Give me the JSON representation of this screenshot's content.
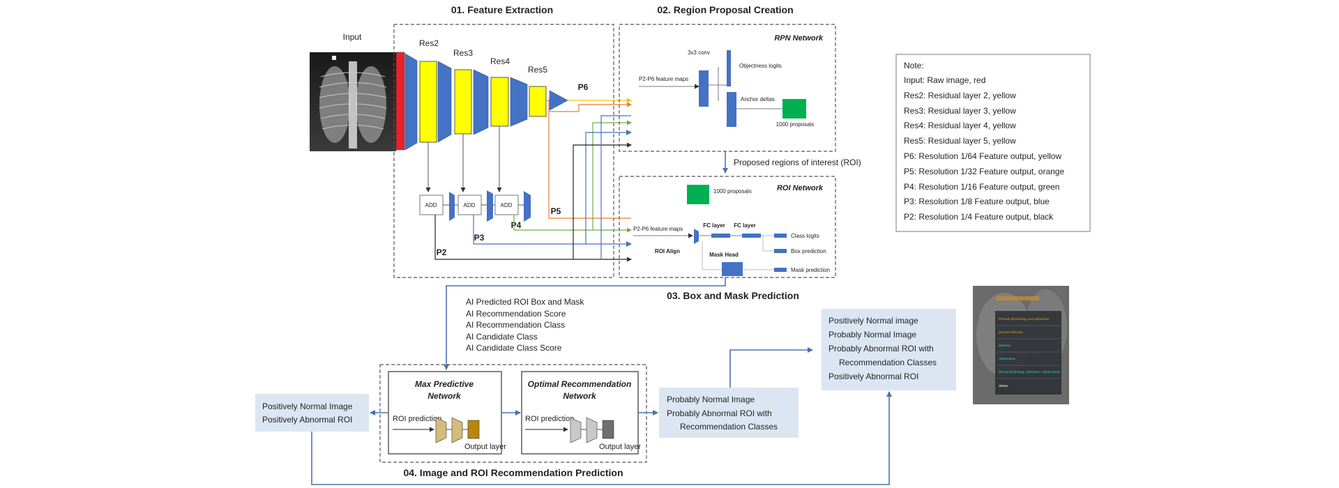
{
  "sections": {
    "feature_extraction": "01. Feature Extraction",
    "region_proposal": "02. Region Proposal Creation",
    "box_mask": "03.  Box and Mask Prediction",
    "image_roi": "04. Image and ROI Recommendation Prediction"
  },
  "input_label": "Input",
  "backbone": {
    "res2": "Res2",
    "res3": "Res3",
    "res4": "Res4",
    "res5": "Res5",
    "p6": "P6",
    "p5": "P5",
    "p4": "P4",
    "p3": "P3",
    "p2": "P2",
    "add": "ADD"
  },
  "rpn": {
    "title": "RPN Network",
    "conv": "3x3 conv",
    "feature_maps": "P2-P6 feature maps",
    "objectness": "Objectness logits",
    "anchor": "Anchor deltas",
    "proposals": "1000 proposals"
  },
  "roi_label": "Proposed regions of interest (ROI)",
  "roi_net": {
    "title": "ROI Network",
    "proposals": "1000 proposals",
    "feature_maps": "P2-P6 feature maps",
    "fc1": "FC layer",
    "fc2": "FC layer",
    "class_logits": "Class logits",
    "box_pred": "Box prediction",
    "mask_head": "Mask Head",
    "mask_pred": "Mask prediction",
    "align": "ROI Align"
  },
  "ai_outputs": [
    "AI Predicted ROI Box and Mask",
    "AI Recommendation Score",
    "AI Recommendation Class",
    "AI Candidate Class",
    "AI Candidate Class Score"
  ],
  "max_net": {
    "title1": "Max Predictive",
    "title2": "Network",
    "roi": "ROI prediction",
    "out": "Output layer"
  },
  "opt_net": {
    "title1": "Optimal Recommendation",
    "title2": "Network",
    "roi": "ROI prediction",
    "out": "Output layer"
  },
  "left_result": [
    "Positively Normal Image",
    "Positively Abnormal ROI"
  ],
  "mid_result": [
    "Probably Normal Image",
    "Probably    Abnormal    ROI    with",
    "Recommendation Classes"
  ],
  "right_result": [
    "Positively Normal image",
    "Probably Normal Image",
    "Probably    Abnormal    ROI    with",
    "Recommendation Classes",
    "Positively Abnormal ROI"
  ],
  "note": {
    "title": "Note:",
    "lines": [
      "Input: Raw image, red",
      "Res2: Residual layer 2, yellow",
      "Res3: Residual layer 3, yellow",
      "Res4: Residual layer 4, yellow",
      "Res5: Residual layer 5, yellow",
      "P6: Resolution 1/64 Feature output, yellow",
      "P5: Resolution 1/32 Feature output, orange",
      "P4: Resolution 1/16 Feature output, green",
      "P3: Resolution 1/8 Feature output, blue",
      "P2: Resolution 1/4 Feature output, black"
    ]
  },
  "recommend_panel": [
    "Pleural thickening and adhesions",
    "pleural effusion",
    "pleurisy",
    "Atelectasis",
    "Pleural thickening, adhesions, calcifications",
    "delete"
  ],
  "colors": {
    "blue": "#4472c4",
    "yellow": "#ffff00",
    "red": "#e8232a",
    "green": "#00b050",
    "orange": "#ed7d31",
    "result_bg": "#dce6f2",
    "flow": "#4a72b0"
  }
}
